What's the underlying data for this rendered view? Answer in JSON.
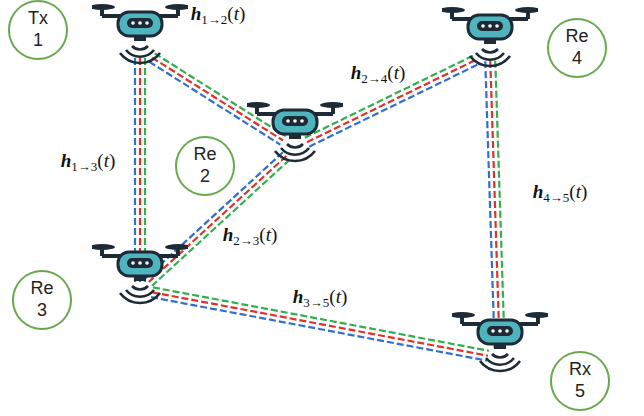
{
  "diagram": {
    "nodes": [
      {
        "text": [
          "Tx 1"
        ]
      },
      {
        "text": [
          "Re 2"
        ]
      },
      {
        "text": [
          "Re 3"
        ]
      },
      {
        "text": [
          "Re 4"
        ]
      },
      {
        "text": [
          "Rx 5"
        ]
      }
    ],
    "edges": [
      {
        "from": 0,
        "to": 1,
        "arrow": "none",
        "label": "h1→2(t)"
      },
      {
        "from": 0,
        "to": 2,
        "arrow": "none",
        "label": "h1→3(t)"
      },
      {
        "from": 1,
        "to": 3,
        "arrow": "none",
        "label": "h2→4(t)"
      },
      {
        "from": 1,
        "to": 2,
        "arrow": "none",
        "label": "h2→3(t)"
      },
      {
        "from": 3,
        "to": 4,
        "arrow": "none",
        "label": "h4→5(t)"
      },
      {
        "from": 2,
        "to": 4,
        "arrow": "none",
        "label": "h3→5(t)"
      }
    ]
  }
}
